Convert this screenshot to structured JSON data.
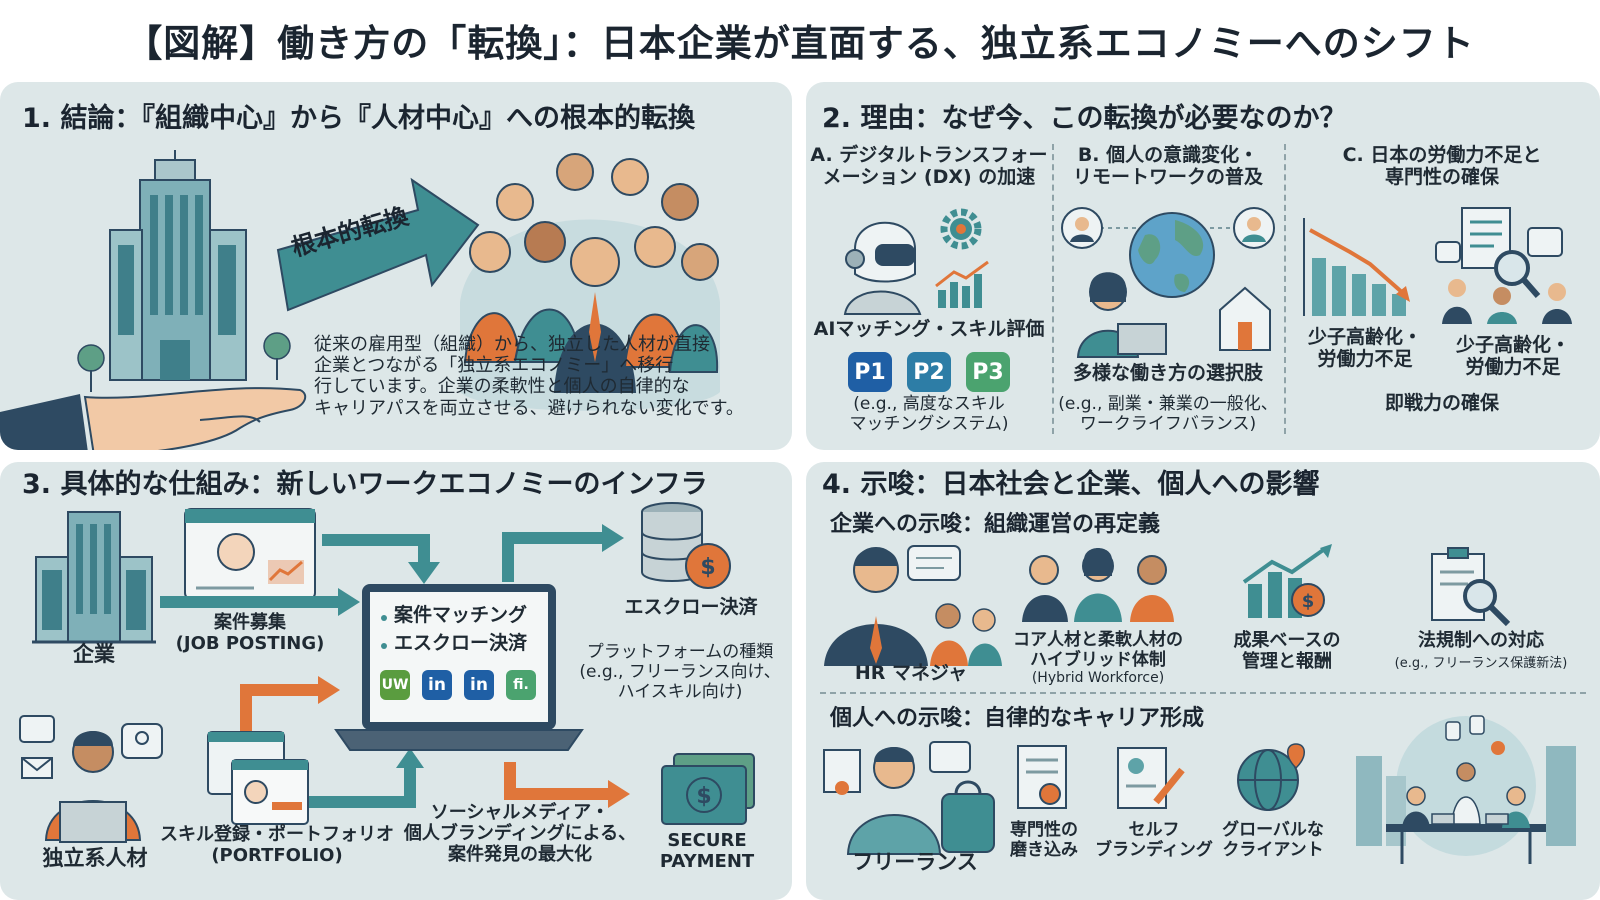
{
  "title": "【図解】働き方の「転換」：日本企業が直面する、独立系エコノミーへのシフト",
  "sec1": {
    "heading": "1. 結論：『組織中心』から『人材中心』への根本的転換",
    "arrow_label": "根本的転換",
    "body": "従来の雇用型（組織）から、独立した人材が直接\n企業とつながる「独立系エコノミー」へ移行\n行しています。企業の柔軟性と個人の自律的な\nキャリアパスを両立させる、避けられない変化です。"
  },
  "sec2": {
    "heading": "2. 理由：なぜ今、この転換が必要なのか？",
    "a_title": "A. デジタルトランスフォー\nメーション (DX) の加速",
    "a_caption": "AIマッチング・スキル評価",
    "a_badges": [
      "P1",
      "P2",
      "P3"
    ],
    "a_note": "(e.g., 高度なスキル\nマッチングシステム)",
    "b_title": "B. 個人の意識変化・\nリモートワークの普及",
    "b_caption": "多様な働き方の選択肢",
    "b_note": "(e.g., 副業・兼業の一般化、\nワークライフバランス)",
    "c_title": "C. 日本の労働力不足と\n専門性の確保",
    "c_label1": "少子高齢化・\n労働力不足",
    "c_label2": "少子高齢化・\n労働力不足",
    "c_caption": "即戦力の確保"
  },
  "sec3": {
    "heading": "3. 具体的な仕組み：新しいワークエコノミーのインフラ",
    "company": "企業",
    "job_posting": "案件募集\n(JOB POSTING)",
    "screen_item1": "案件マッチング",
    "screen_item2": "エスクロー決済",
    "logos": [
      "UW",
      "in",
      "in",
      "fi."
    ],
    "escrow": "エスクロー決済",
    "platform_types": "プラットフォームの種類\n(e.g., フリーランス向け、\nハイスキル向け)",
    "freelancer": "独立系人材",
    "portfolio": "スキル登録・ポートフォリオ\n(PORTFOLIO)",
    "social": "ソーシャルメディア・\n個人ブランディングによる、\n案件発見の最大化",
    "secure_payment": "SECURE\nPAYMENT"
  },
  "sec4": {
    "heading": "4. 示唆：日本社会と企業、個人への影響",
    "corp_sub": "企業への示唆：組織運営の再定義",
    "hr": "HR マネジャ",
    "hybrid": "コア人材と柔軟人材の\nハイブリッド体制",
    "hybrid_en": "(Hybrid Workforce)",
    "results": "成果ベースの\n管理と報酬",
    "legal": "法規制への対応",
    "legal_note": "(e.g., フリーランス保護新法)",
    "indiv_sub": "個人への示唆：自律的なキャリア形成",
    "freelance": "フリーランス",
    "expertise": "専門性の\n磨き込み",
    "branding": "セルフ\nブランディング",
    "global": "グローバルな\nクライアント"
  },
  "colors": {
    "panel": "#dde7e8",
    "teal": "#3f8e92",
    "orange": "#e0763a",
    "navy": "#2e4a62",
    "blue": "#1f5fa5"
  }
}
